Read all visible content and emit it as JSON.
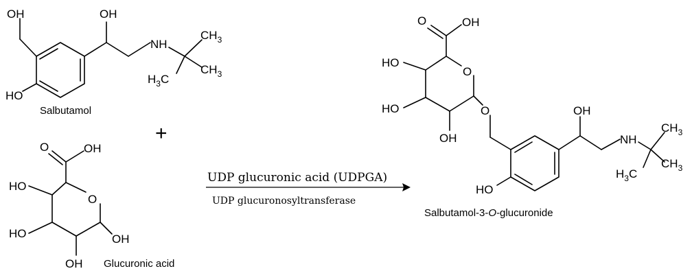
{
  "molecules": {
    "salbutamol": {
      "name": "Salbutamol"
    },
    "glucuronic_acid": {
      "name": "Glucuronic acid"
    },
    "product": {
      "name_prefix": "Salbutamol-3-",
      "name_italic": "O",
      "name_suffix": "-glucuronide"
    }
  },
  "reaction": {
    "plus": "+",
    "reagent": "UDP glucuronic acid (UDPGA)",
    "enzyme": "UDP glucuronosyltransferase"
  },
  "atoms": {
    "oh": "OH",
    "ho": "HO",
    "o": "O",
    "nh": "NH",
    "ch": "CH",
    "h": "H",
    "c": "C",
    "three": "3"
  }
}
